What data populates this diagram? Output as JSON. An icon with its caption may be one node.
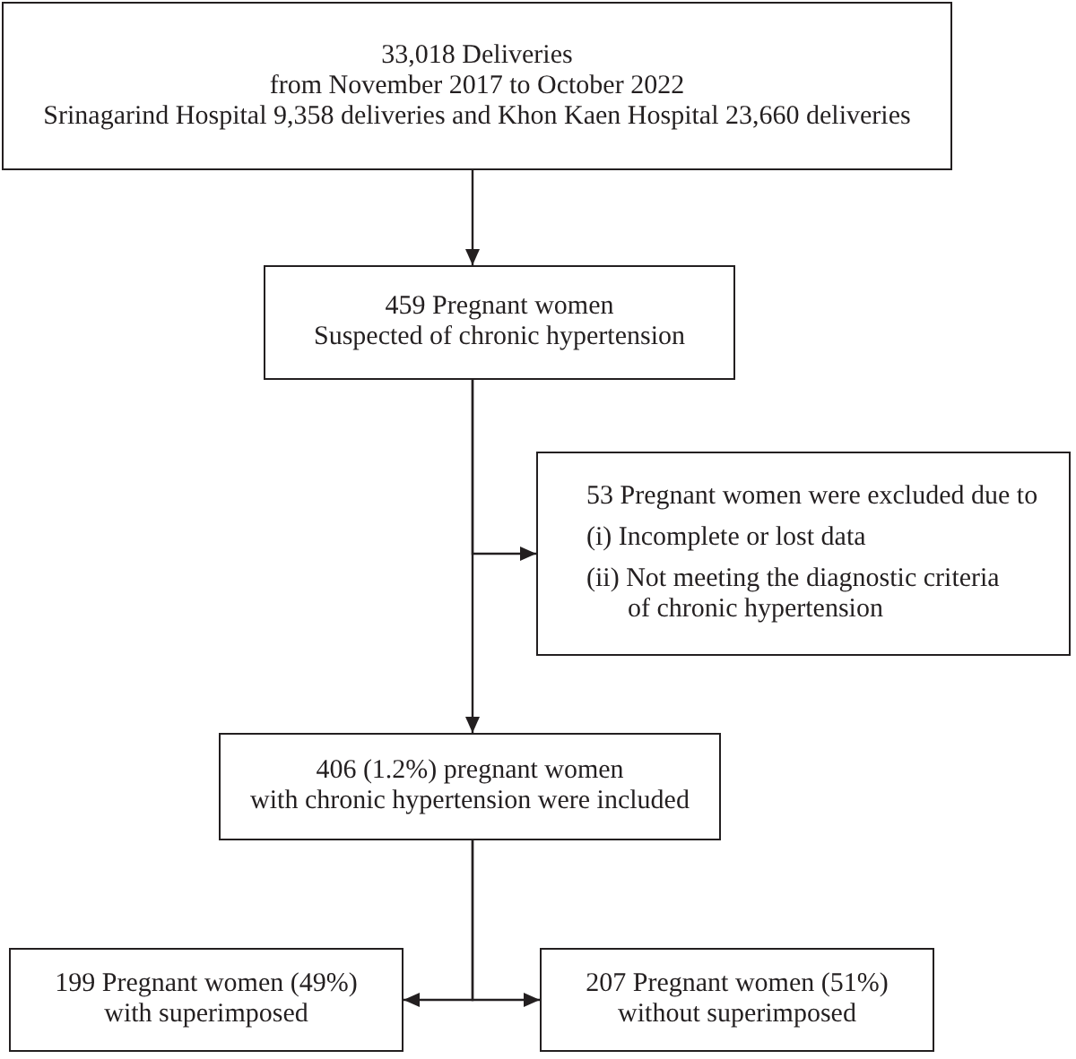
{
  "diagram": {
    "nodes": [
      {
        "text": [
          "33,018 Deliveries",
          "from November 2017 to October 2022",
          "Srinagarind Hospital 9,358 deliveries and Khon Kaen Hospital 23,660 deliveries"
        ]
      },
      {
        "text": [
          "459 Pregnant women",
          "Suspected of chronic hypertension"
        ]
      },
      {
        "text": [
          "53 Pregnant women were excluded due to",
          "(i) Incomplete or lost data",
          "(ii) Not meeting the diagnostic criteria of chronic hypertension"
        ]
      },
      {
        "text": [
          "406 (1.2%) pregnant women",
          "with chronic hypertension were included"
        ]
      },
      {
        "text": [
          "199 Pregnant women (49%)",
          "with superimposed"
        ]
      },
      {
        "text": [
          "207 Pregnant women (51%)",
          "without superimposed"
        ]
      }
    ],
    "edges": [
      {
        "from": 0,
        "to": 1,
        "arrow": "to"
      },
      {
        "from": 1,
        "to": 2,
        "arrow": "to"
      },
      {
        "from": 1,
        "to": 3,
        "arrow": "to"
      },
      {
        "from": 3,
        "to": 4,
        "arrow": "to"
      },
      {
        "from": 3,
        "to": 5,
        "arrow": "to"
      }
    ]
  }
}
